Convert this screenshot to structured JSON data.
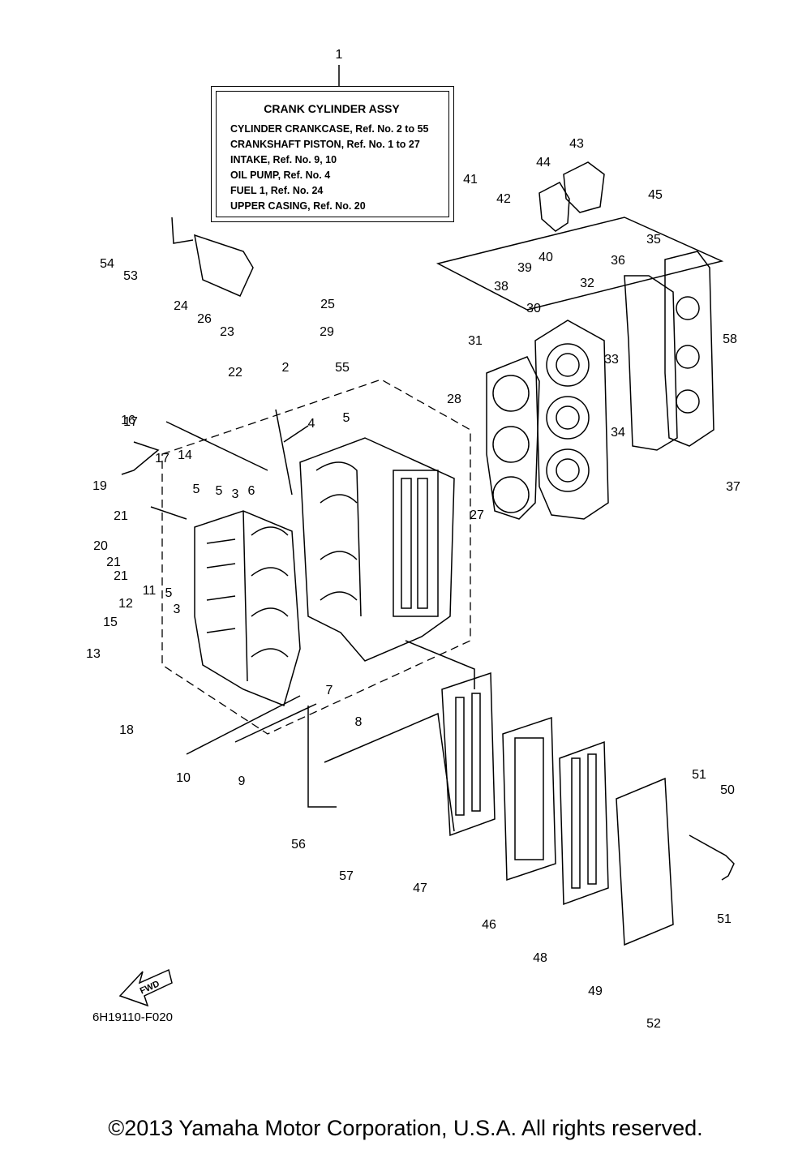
{
  "legend": {
    "title": "CRANK CYLINDER ASSY",
    "lines": [
      "CYLINDER CRANKCASE,   Ref. No. 2  to  55",
      "CRANKSHAFT PISTON,   Ref. No. 1  to  27",
      "INTAKE,   Ref. No. 9, 10",
      "OIL PUMP,   Ref. No. 4",
      "FUEL 1,   Ref. No. 24",
      "UPPER CASING,   Ref. No. 20"
    ]
  },
  "callouts": [
    "1",
    "2",
    "3",
    "3",
    "4",
    "5",
    "5",
    "5",
    "5",
    "6",
    "7",
    "8",
    "9",
    "10",
    "11",
    "12",
    "13",
    "14",
    "15",
    "16",
    "17",
    "17",
    "18",
    "19",
    "20",
    "21",
    "21",
    "21",
    "22",
    "23",
    "24",
    "25",
    "26",
    "27",
    "28",
    "29",
    "30",
    "31",
    "32",
    "33",
    "34",
    "35",
    "36",
    "37",
    "38",
    "39",
    "40",
    "41",
    "42",
    "43",
    "44",
    "45",
    "46",
    "47",
    "48",
    "49",
    "50",
    "51",
    "51",
    "52",
    "53",
    "54",
    "55",
    "56",
    "57",
    "58"
  ],
  "fwd_label": "FWD",
  "diagram_code": "6H19110-F020",
  "copyright": "©2013 Yamaha Motor Corporation, U.S.A. All rights reserved."
}
